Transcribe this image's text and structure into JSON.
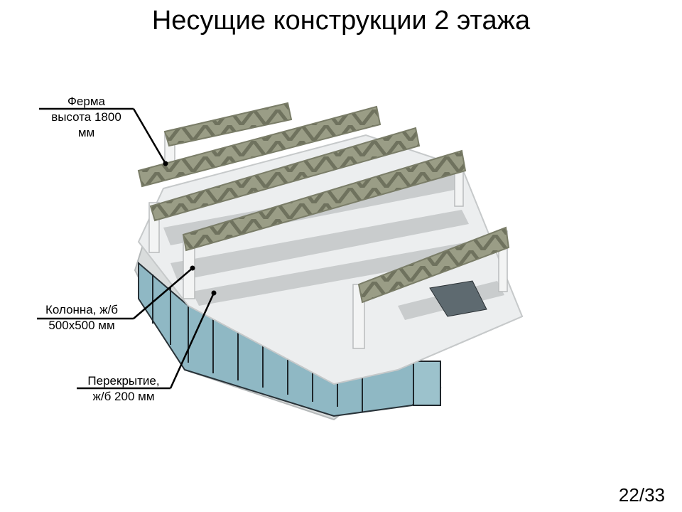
{
  "slide": {
    "title": "Несущие конструкции 2 этажа",
    "page_number": "22/33"
  },
  "callouts": {
    "truss": {
      "line1": "Ферма",
      "line2": "высота 1800",
      "line3": "мм"
    },
    "column": {
      "line1": "Колонна,  ж/б",
      "line2": "500х500 мм"
    },
    "slab": {
      "line1": "Перекрытие,",
      "line2": "ж/б 200 мм"
    }
  }
}
